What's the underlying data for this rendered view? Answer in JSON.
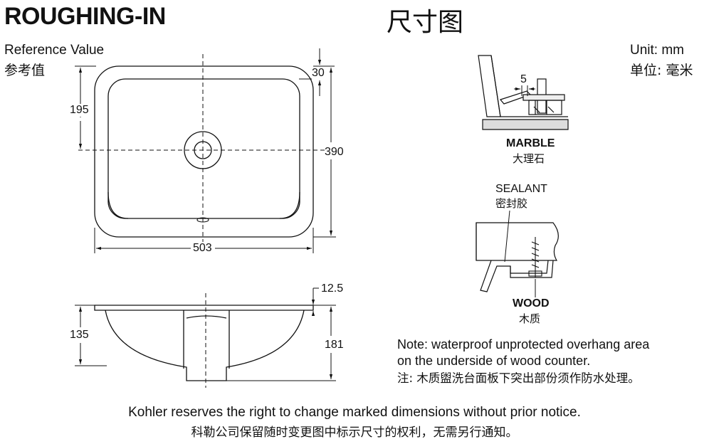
{
  "header": {
    "title": "ROUGHING-IN",
    "title_cn": "尺寸图",
    "reference_en": "Reference Value",
    "reference_cn": "参考值",
    "unit_en": "Unit: mm",
    "unit_cn": "单位: 毫米"
  },
  "top_view": {
    "dim_30": "30",
    "dim_195": "195",
    "dim_390": "390",
    "dim_503": "503"
  },
  "side_view": {
    "dim_12_5": "12.5",
    "dim_135": "135",
    "dim_181": "181"
  },
  "details": {
    "dim_5": "5",
    "marble_en": "MARBLE",
    "marble_cn": "大理石",
    "sealant_en": "SEALANT",
    "sealant_cn": "密封胶",
    "wood_en": "WOOD",
    "wood_cn": "木质"
  },
  "note": {
    "line1": "Note: waterproof unprotected overhang area",
    "line2": "on the underside of wood counter.",
    "line3": "注:  木质盥洗台面板下突出部份须作防水处理。"
  },
  "footer": {
    "line1": "Kohler reserves the right to change marked dimensions without prior notice.",
    "line2": "科勒公司保留随时变更图中标示尺寸的权利，无需另行通知。"
  }
}
